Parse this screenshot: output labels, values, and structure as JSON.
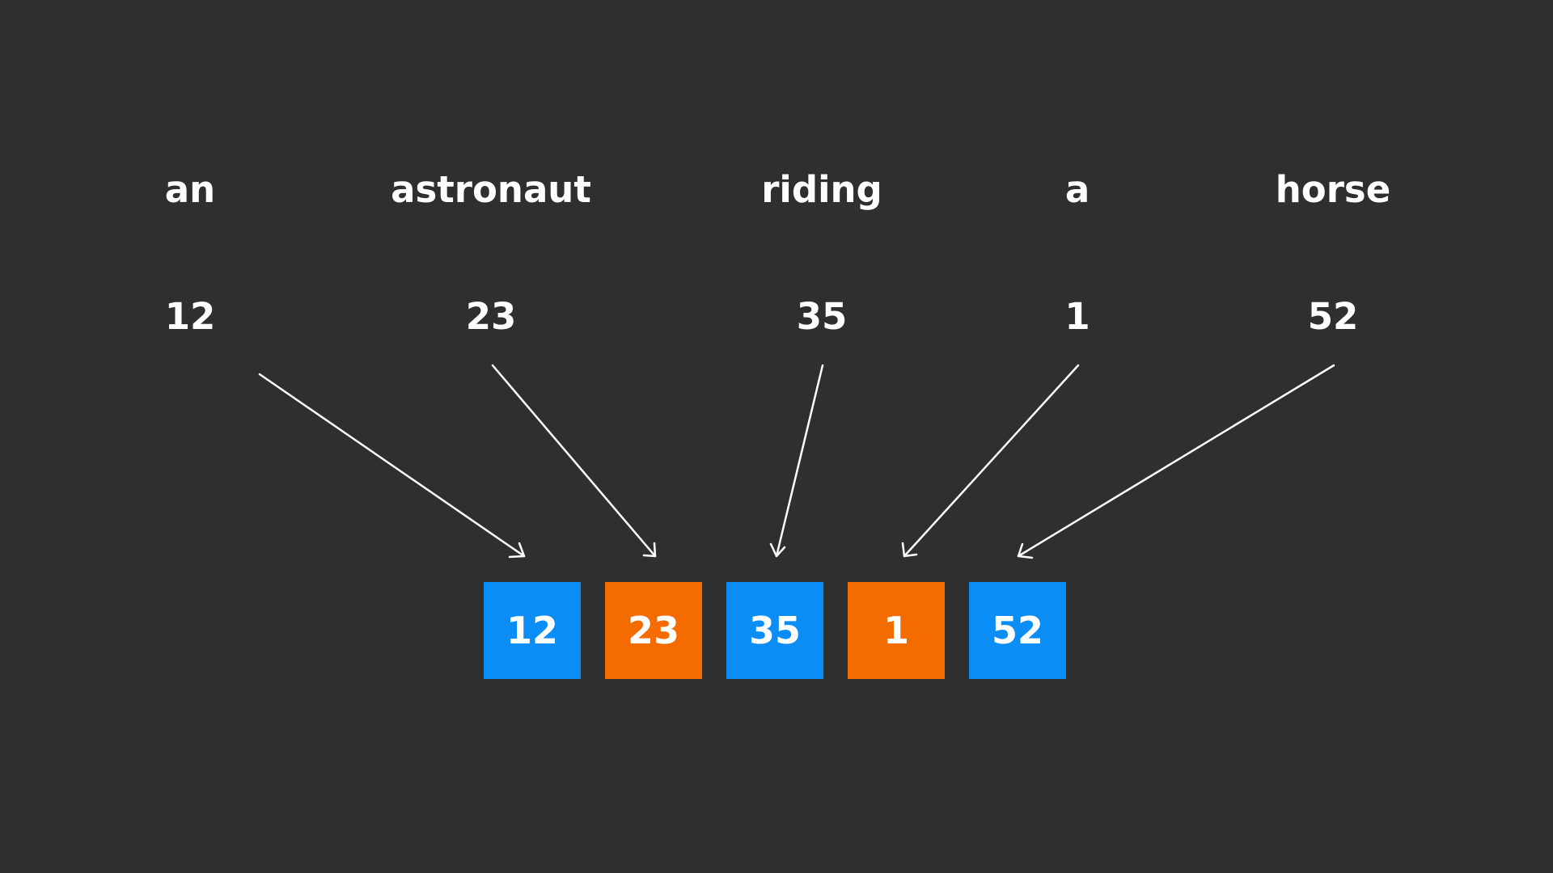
{
  "tokens": [
    {
      "word": "an",
      "id": "12",
      "color": "#0a8ef5"
    },
    {
      "word": "astronaut",
      "id": "23",
      "color": "#f46c00"
    },
    {
      "word": "riding",
      "id": "35",
      "color": "#0a8ef5"
    },
    {
      "word": "a",
      "id": "1",
      "color": "#f46c00"
    },
    {
      "word": "horse",
      "id": "52",
      "color": "#0a8ef5"
    }
  ],
  "colors": {
    "background": "#2f2f2f",
    "text": "#ffffff",
    "arrow": "#ffffff"
  }
}
